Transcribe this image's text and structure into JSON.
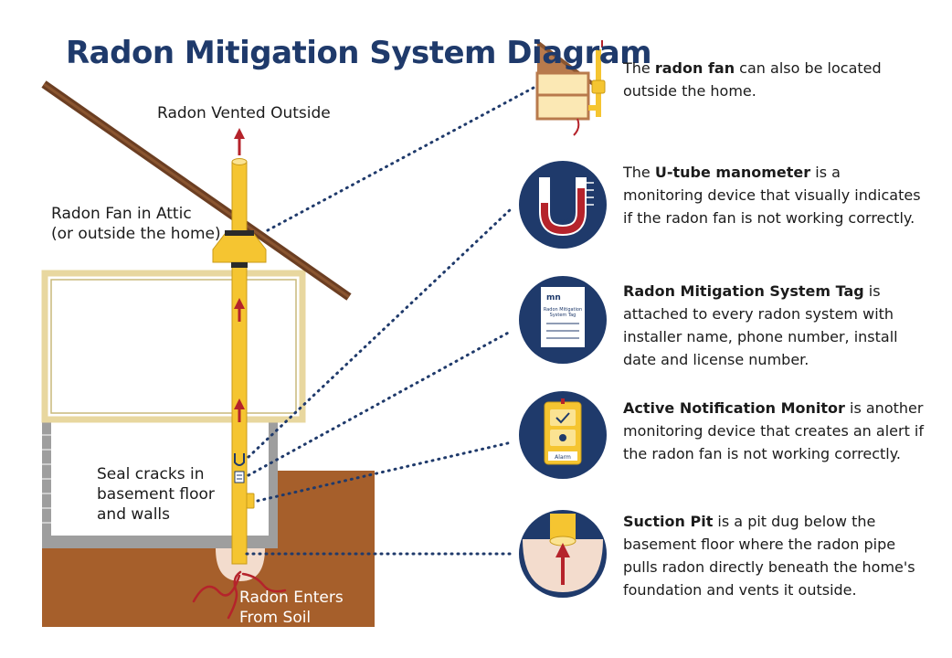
{
  "title": "Radon Mitigation System Diagram",
  "labels": {
    "vented": "Radon Vented Outside",
    "fan_line1": "Radon Fan in Attic",
    "fan_line2": "(or outside the home)",
    "seal_line1": "Seal cracks in",
    "seal_line2": "basement floor",
    "seal_line3": "and walls",
    "enters_line1": "Radon Enters",
    "enters_line2": "From Soil"
  },
  "callouts": [
    {
      "bold": "radon fan",
      "pre": "The ",
      "post": " can also be located outside the home.",
      "icon": "house-fan-icon"
    },
    {
      "bold": "U-tube manometer",
      "pre": "The ",
      "post": " is a monitoring device that visually indicates if the radon fan is not working correctly.",
      "icon": "u-tube-manometer-icon"
    },
    {
      "bold": "Radon Mitigation System Tag",
      "pre": "",
      "post": " is attached to every radon system with installer name, phone number, install date and license number.",
      "icon": "system-tag-icon"
    },
    {
      "bold": "Active Notification Monitor",
      "pre": "",
      "post": " is another monitoring device that creates an alert if the radon fan is not working correctly.",
      "icon": "notification-monitor-icon"
    },
    {
      "bold": "Suction Pit",
      "pre": "",
      "post": " is a pit dug below the basement floor where the radon pipe pulls radon directly beneath the home's foundation and vents it outside.",
      "icon": "suction-pit-icon"
    }
  ],
  "tag_icon": {
    "brand": "mn",
    "line1": "Radon Mitigation",
    "line2": "System Tag"
  },
  "monitor_icon": {
    "label": "Alarm"
  },
  "colors": {
    "title": "#1f3a6b",
    "navy": "#1f3a6b",
    "pipe": "#f5c531",
    "arrow": "#b5232b",
    "soil": "#a65f2b",
    "roof": "#6b3e22",
    "wall_frame": "#e8d79f",
    "concrete": "#9e9e9e"
  }
}
